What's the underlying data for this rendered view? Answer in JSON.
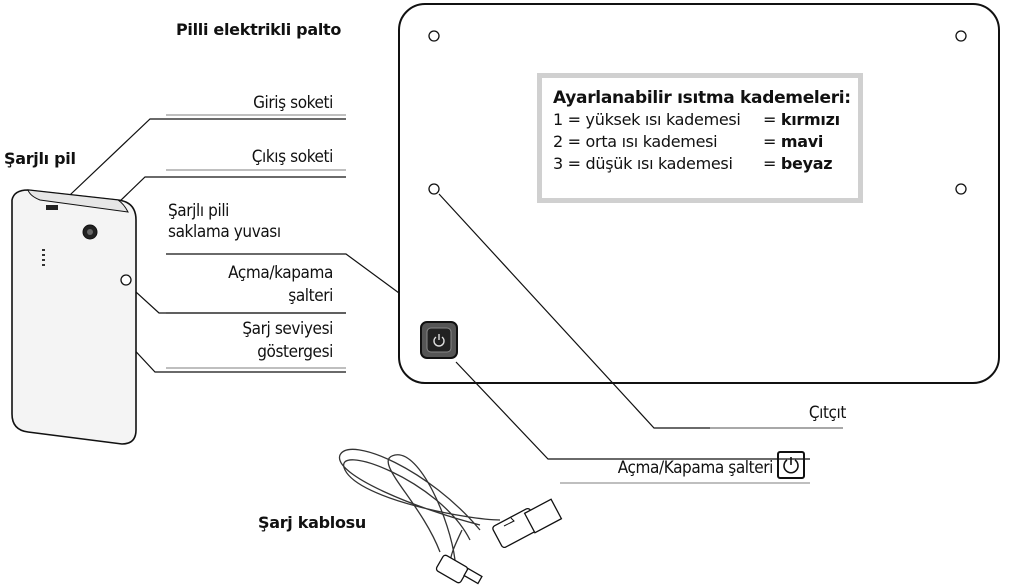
{
  "titles": {
    "coat": "Pilli elektrikli palto",
    "battery": "Şarjlı pil",
    "cable": "Şarj kablosu"
  },
  "labels": {
    "input_socket": "Giriş soketi",
    "output_socket": "Çıkış soketi",
    "battery_pocket_1": "Şarjlı pili",
    "battery_pocket_2": "saklama yuvası",
    "onoff_1": "Açma/kapama",
    "onoff_2": "şalteri",
    "level_1": "Şarj seviyesi",
    "level_2": "göstergesi",
    "snap": "Çıtçıt",
    "coat_onoff": "Açma/Kapama şalteri"
  },
  "legend": {
    "title": "Ayarlanabilir ısıtma kademeleri:",
    "rows": [
      {
        "desc": "1 = yüksek ısı kademesi",
        "eq": "= ",
        "color": "kırmızı"
      },
      {
        "desc": "2 = orta ısı kademesi",
        "eq": "= ",
        "color": "mavi"
      },
      {
        "desc": "3 = düşük ısı kademesi",
        "eq": "= ",
        "color": "beyaz"
      }
    ]
  },
  "icons": [
    "power-icon",
    "usb-icon"
  ]
}
